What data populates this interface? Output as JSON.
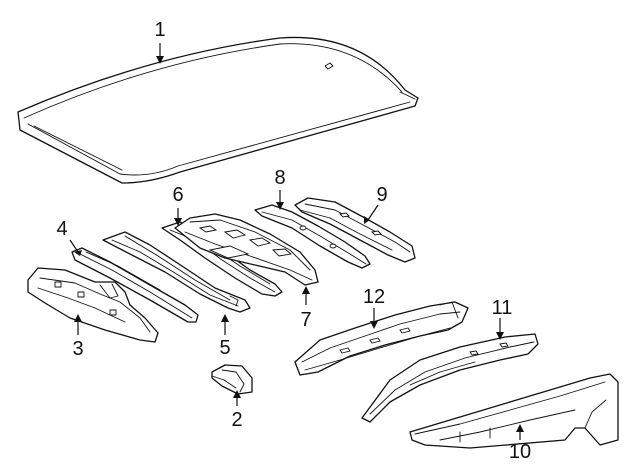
{
  "diagram": {
    "colors": {
      "line": "#111111",
      "background": "#ffffff"
    },
    "callouts": [
      {
        "id": "part-1",
        "label": "1"
      },
      {
        "id": "part-2",
        "label": "2"
      },
      {
        "id": "part-3",
        "label": "3"
      },
      {
        "id": "part-4",
        "label": "4"
      },
      {
        "id": "part-5",
        "label": "5"
      },
      {
        "id": "part-6",
        "label": "6"
      },
      {
        "id": "part-7",
        "label": "7"
      },
      {
        "id": "part-8",
        "label": "8"
      },
      {
        "id": "part-9",
        "label": "9"
      },
      {
        "id": "part-10",
        "label": "10"
      },
      {
        "id": "part-11",
        "label": "11"
      },
      {
        "id": "part-12",
        "label": "12"
      }
    ]
  }
}
